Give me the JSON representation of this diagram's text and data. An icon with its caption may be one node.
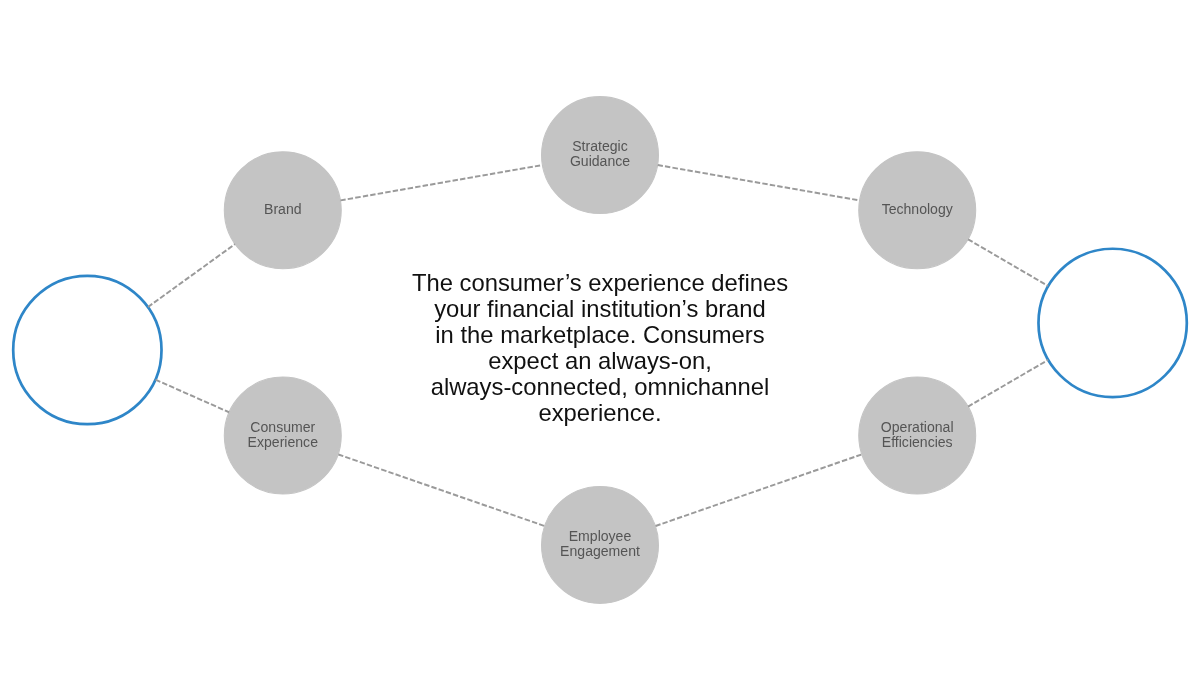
{
  "diagram": {
    "nodes": [
      {
        "text": [
          "Brand"
        ]
      },
      {
        "text": [
          "Strategic Guidance"
        ]
      },
      {
        "text": [
          "Technology"
        ]
      },
      {
        "text": [],
        "shape": "circle"
      },
      {
        "text": [],
        "shape": "circle"
      },
      {
        "text": [
          "Consumer Experience"
        ]
      },
      {
        "text": [
          "Employee Engagement"
        ]
      },
      {
        "text": [
          "Operational Efficiencies"
        ]
      }
    ],
    "edges": [
      {
        "from": 3,
        "to": 0,
        "arrow": "none",
        "style": "dashed"
      },
      {
        "from": 0,
        "to": 1,
        "arrow": "none",
        "style": "dashed"
      },
      {
        "from": 1,
        "to": 2,
        "arrow": "none",
        "style": "dashed"
      },
      {
        "from": 2,
        "to": 4,
        "arrow": "none",
        "style": "dashed"
      },
      {
        "from": 3,
        "to": 5,
        "arrow": "none",
        "style": "dashed"
      },
      {
        "from": 5,
        "to": 6,
        "arrow": "none",
        "style": "dashed"
      },
      {
        "from": 6,
        "to": 7,
        "arrow": "none",
        "style": "dashed"
      },
      {
        "from": 7,
        "to": 4,
        "arrow": "none",
        "style": "dashed"
      }
    ],
    "labels": [
      "The consumer’s experience defines your financial institution’s brand in the marketplace. Consumers expect an always-on, always-connected, omnichannel experience."
    ]
  }
}
